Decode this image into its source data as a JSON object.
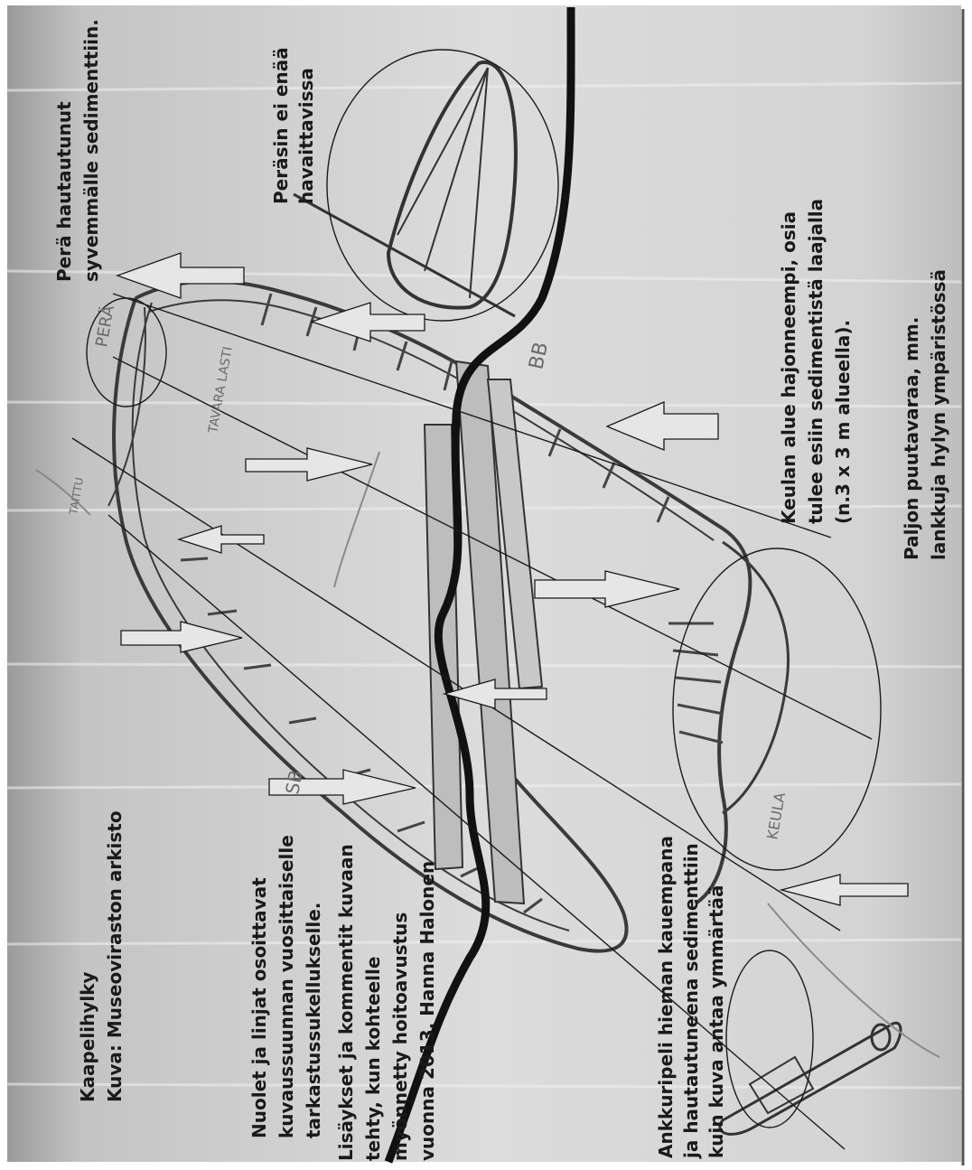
{
  "annotations": {
    "title_lines": [
      "Kaapelihylky",
      "Kuva: Museoviraston arkisto"
    ],
    "arrows_note_lines": [
      "Nuolet ja linjat osoittavat",
      "kuvaussuunnan vuosittaiselle",
      "tarkastussukellukselle."
    ],
    "additions_note_lines": [
      "Lisäykset ja kommentit kuvaan",
      "tehty, kun kohteelle",
      "myönnetty hoitoavustus",
      "vuonna 2013. Hanna Halonen"
    ],
    "anchor_note_lines": [
      "Ankkuripeli hieman kauempana",
      "ja hautautuneena sedimenttiin",
      "kuin kuva antaa ymmärtää"
    ],
    "stern_note_lines": [
      "Perä hautautunut",
      "syvemmälle sedimenttiin."
    ],
    "rudder_note_lines": [
      "Peräsin ei enää",
      "havaittavissa"
    ],
    "bow_note_lines": [
      "Keulan alue hajonneempi, osia",
      "tulee esiin sedimentistä laajalla",
      "(n.3 x 3 m alueella)."
    ],
    "timber_note_lines": [
      "Paljon puutavaraa, mm.",
      "lankkuja hylyn ympäristössä"
    ]
  },
  "pencil_labels": {
    "pera": "PERÄ",
    "bb_top": "BB",
    "bb_left": "SB",
    "keula": "KEULA",
    "cabin": "TAVARA LASTI",
    "rail": "TAITTU"
  },
  "colors": {
    "paper": "#cfcfcf",
    "ink": "#1a1a1a",
    "pencil": "#6a6a6a",
    "cable": "#111111"
  }
}
